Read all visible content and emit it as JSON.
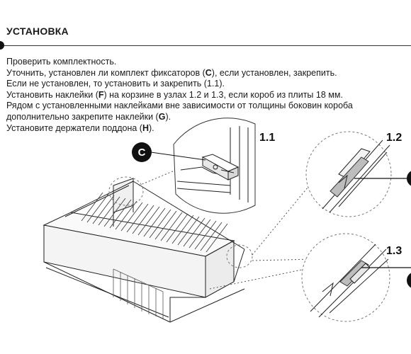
{
  "section": {
    "title": "УСТАНОВКА"
  },
  "steps": [
    {
      "text": "Проверить комплектность."
    },
    {
      "before": "Уточнить, установлен ли комплект фиксаторов (",
      "bold": "C",
      "after": "), если установлен, закрепить."
    },
    {
      "text": "Если не установлен, то установить и закрепить (1.1)."
    },
    {
      "before": "Установить наклейки (",
      "bold": "F",
      "after": ") на корзине в узлах 1.2 и 1.3, если короб из плиты 18 мм."
    },
    {
      "text": "Рядом с установленными наклейками вне зависимости от толщины боковин короба"
    },
    {
      "before": "дополнительно закрепите наклейки (",
      "bold": "G",
      "after": ")."
    },
    {
      "before": "Установите держатели поддона (",
      "bold": "H",
      "after": ")."
    }
  ],
  "figure": {
    "callout_c": "C",
    "detail_labels": [
      "1.1",
      "1.2",
      "1.3"
    ]
  }
}
